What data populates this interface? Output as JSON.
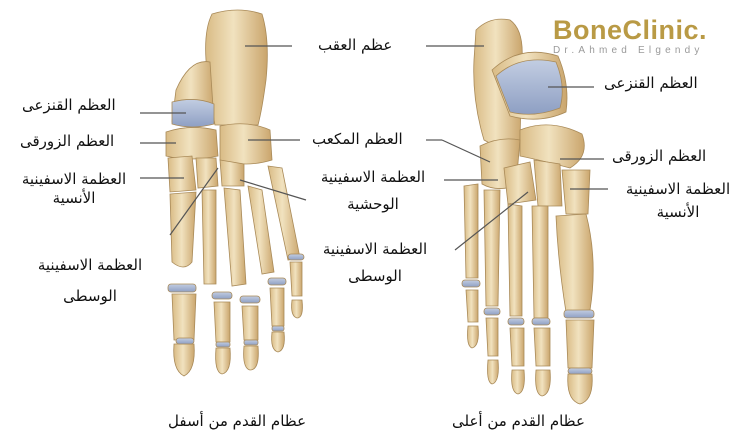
{
  "logo": {
    "title": "BoneClinic.",
    "subtitle": "Dr.Ahmed Elgendy",
    "brand_color": "#b99a45"
  },
  "colors": {
    "background": "#ffffff",
    "bone": "#e8d3a6",
    "bone_shadow": "#c9a46a",
    "cartilage": "#9fb0cf",
    "leader_line": "#555555",
    "text": "#111111"
  },
  "left_view": {
    "caption": "عظام القدم من أسفل",
    "labels": {
      "talus": "العظم القنزعى",
      "navicular": "العظم الزورقى",
      "medial_cuneiform_l1": "العظمة الاسفينية",
      "medial_cuneiform_l2": "الأنسية",
      "intermediate_cuneiform_l1": "العظمة الاسفينية",
      "intermediate_cuneiform_l2": "الوسطى"
    }
  },
  "center_labels": {
    "calcaneus": "عظم العقب",
    "cuboid": "العظم المكعب",
    "lateral_cuneiform_l1": "العظمة الاسفينية",
    "lateral_cuneiform_l2": "الوحشية",
    "intermediate_cuneiform_l1": "العظمة الاسفينية",
    "intermediate_cuneiform_l2": "الوسطى"
  },
  "right_view": {
    "caption": "عظام القدم من أعلى",
    "labels": {
      "talus": "العظم القنزعى",
      "navicular": "العظم الزورقى",
      "medial_cuneiform_l1": "العظمة الاسفينية",
      "medial_cuneiform_l2": "الأنسية"
    }
  }
}
